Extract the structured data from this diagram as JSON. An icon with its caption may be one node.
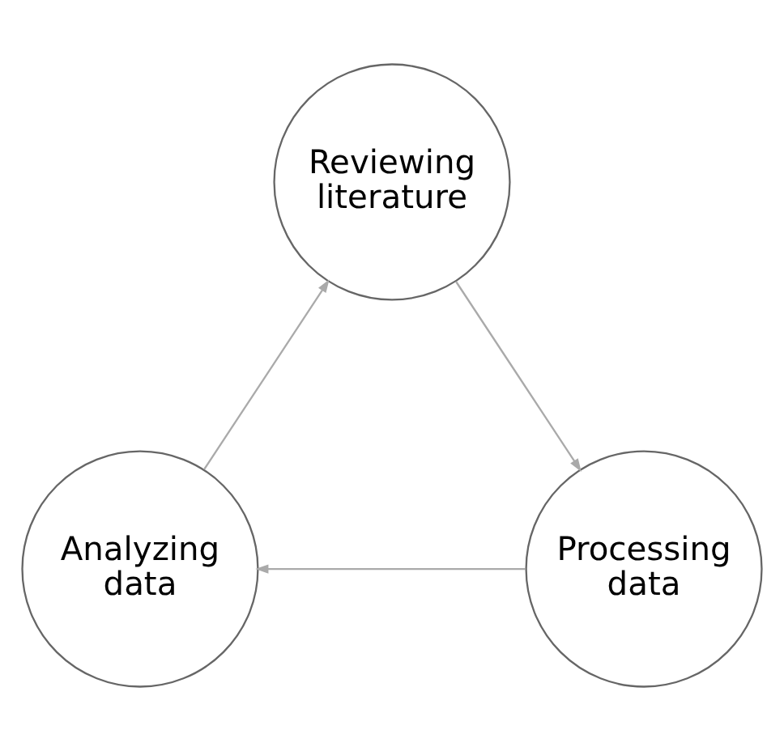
{
  "diagram": {
    "nodes": [
      {
        "text": [
          "Reviewing literature"
        ]
      },
      {
        "text": [
          "Analyzing data"
        ]
      },
      {
        "text": [
          "Processing data"
        ]
      }
    ],
    "edges": [
      {
        "from": 1,
        "to": 0,
        "arrow": "to"
      },
      {
        "from": 0,
        "to": 2,
        "arrow": "to"
      },
      {
        "from": 2,
        "to": 1,
        "arrow": "to"
      }
    ]
  }
}
